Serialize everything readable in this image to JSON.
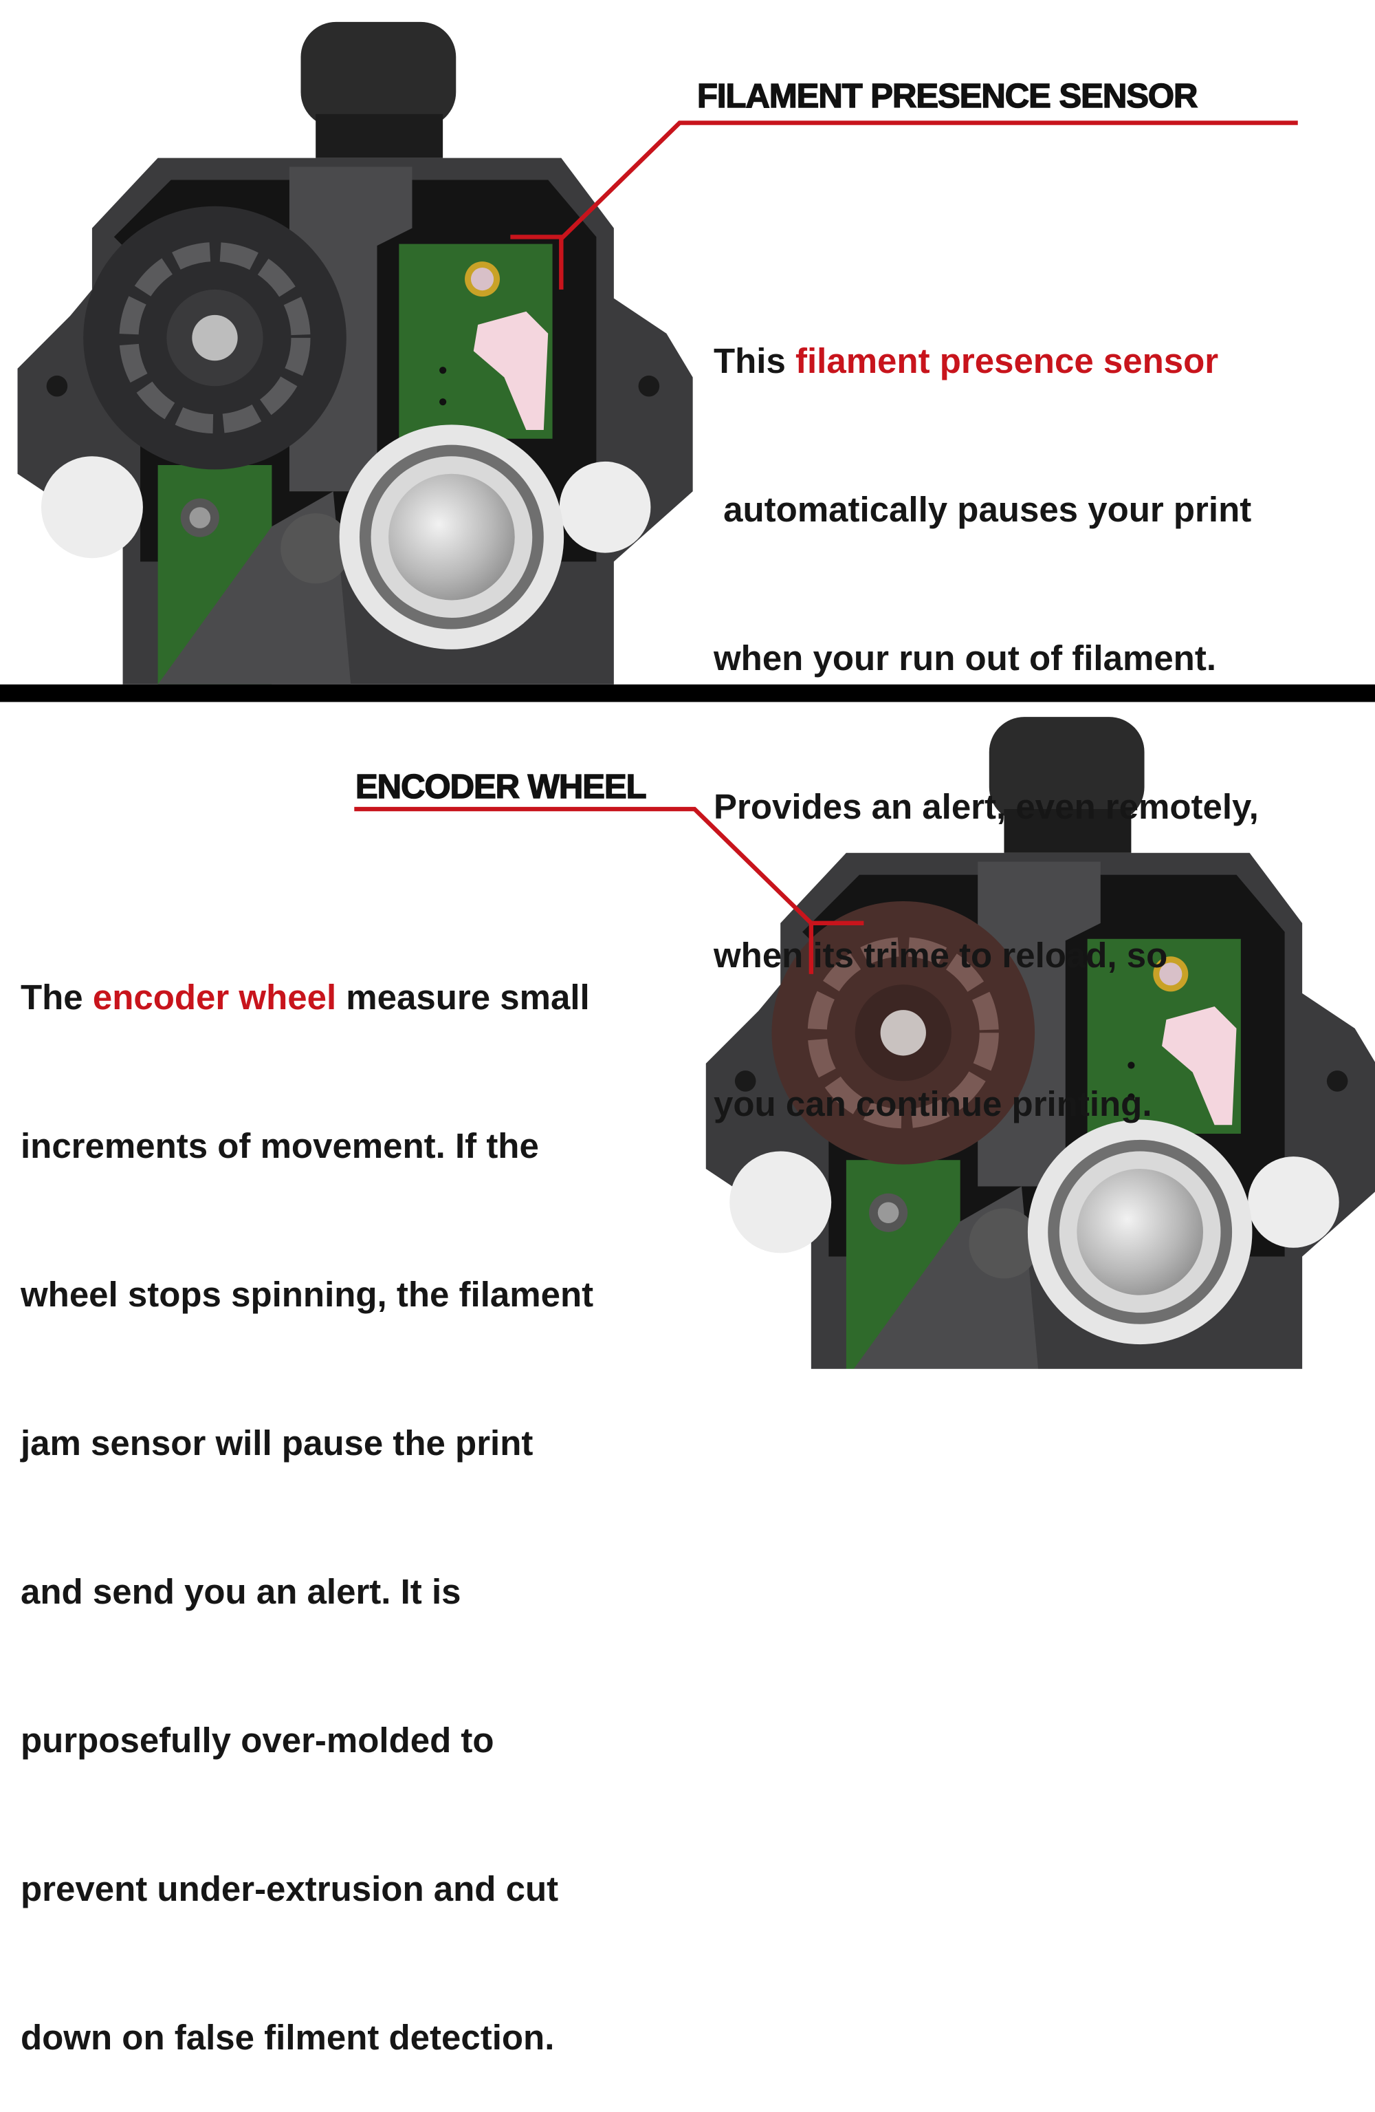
{
  "colors": {
    "accent_red": "#c8141c",
    "text": "#161616",
    "divider": "#000000",
    "encoder_wheel_highlight": "#4a2f2b",
    "pcb_green": "#2f6a2b"
  },
  "top_panel": {
    "title": "FILAMENT PRESENCE SENSOR",
    "paragraph": {
      "line1_prefix": "This ",
      "line1_highlight": "filament presence sensor",
      "line2": " automatically pauses your print",
      "line3": "when your run out of filament.",
      "line4": "Provides an alert, even remotely,",
      "line5": "when its trime to reload, so",
      "line6": "you can continue printing."
    }
  },
  "bottom_panel": {
    "title": "ENCODER WHEEL",
    "paragraph": {
      "line1_prefix": "The ",
      "line1_highlight": "encoder wheel",
      "line1_suffix": " measure small",
      "line2": "increments of movement. If the",
      "line3": "wheel stops spinning, the filament",
      "line4": "jam sensor will pause the print",
      "line5": "and send you an alert. It is",
      "line6": "purposefully over-molded to",
      "line7": "prevent under-extrusion and cut",
      "line8": "down on false filment detection."
    }
  }
}
